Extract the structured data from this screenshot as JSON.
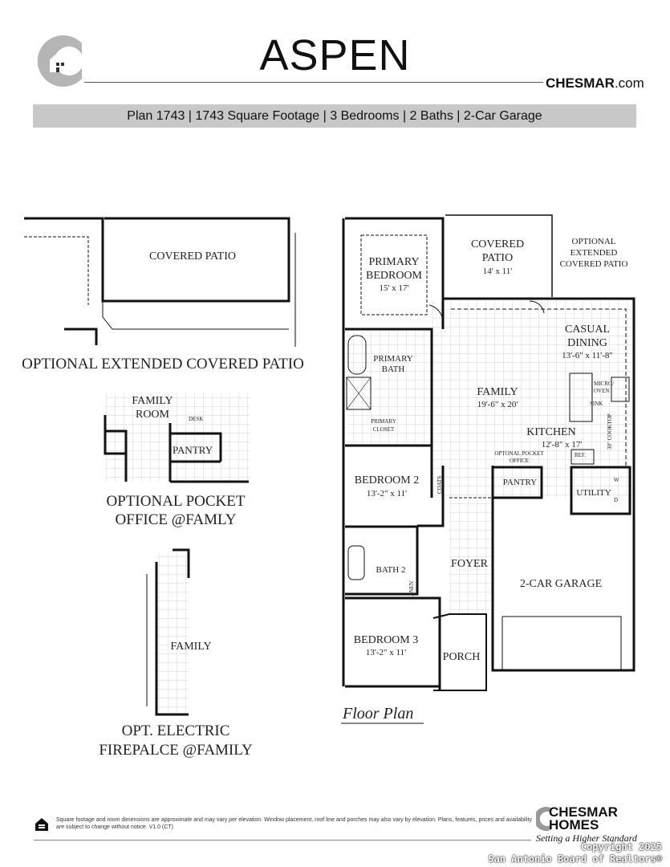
{
  "header": {
    "title": "ASPEN",
    "site_main": "CHESMAR",
    "site_suffix": ".com",
    "summary": "Plan 1743 | 1743 Square Footage | 3 Bedrooms | 2 Baths | 2-Car Garage"
  },
  "floor_plan": {
    "caption": "Floor Plan",
    "rooms": {
      "primary_bedroom": [
        "PRIMARY",
        "BEDROOM"
      ],
      "primary_bedroom_dim": "15' x 17'",
      "covered_patio": [
        "COVERED",
        "PATIO"
      ],
      "covered_patio_dim": "14' x 11'",
      "optional_patio": [
        "OPTIONAL",
        "EXTENDED",
        "COVERED PATIO"
      ],
      "casual_dining": [
        "CASUAL",
        "DINING"
      ],
      "casual_dining_dim": "13'-6\" x 11'-8\"",
      "primary_bath": [
        "PRIMARY",
        "BATH"
      ],
      "family": "FAMILY",
      "family_dim": "19'-6\" x 20'",
      "primary_closet": [
        "PRIMARY",
        "CLOSET"
      ],
      "micro_oven": [
        "MICRO/",
        "OVEN"
      ],
      "sink": "SINK",
      "cooktop": "30\" COOKTOP",
      "kitchen": "KITCHEN",
      "kitchen_dim": "12'-8\" x 17'",
      "ref": "REF.",
      "pocket_office": [
        "OPTONAL POCKET",
        "OFFICE"
      ],
      "pantry": "PANTRY",
      "utility": "UTILITY",
      "washer": "W",
      "dryer": "D",
      "coats": "COATS",
      "bedroom2": "BEDROOM 2",
      "bedroom2_dim": "13'-2\" x 11'",
      "foyer": "FOYER",
      "garage": "2-CAR GARAGE",
      "bath2": "BATH 2",
      "linen": "LINEN",
      "bedroom3": "BEDROOM 3",
      "bedroom3_dim": "13'-2\" x 11'",
      "porch": "PORCH"
    }
  },
  "options": {
    "extended_patio": {
      "room": "COVERED PATIO",
      "caption": "OPTIONAL EXTENDED COVERED PATIO"
    },
    "pocket_office": {
      "room": [
        "FAMILY",
        "ROOM"
      ],
      "desk": "DESK",
      "pantry": "PANTRY",
      "caption": [
        "OPTIONAL POCKET",
        "OFFICE @FAMLY"
      ]
    },
    "fireplace": {
      "room": "FAMILY",
      "caption": [
        "OPT. ELECTRIC",
        "FIREPALCE @FAMILY"
      ]
    }
  },
  "footer": {
    "disclaimer": "Square footage and room dimensions are approximate and may vary per elevation. Window placement, roof line and porches may also vary by elevation. Plans, features, prices and availability are subject to change without notice. V1.0 (CT)",
    "brand": [
      "CHESMAR",
      "HOMES"
    ],
    "tagline": "Setting a Higher Standard",
    "copyright": [
      "Copyright 2025",
      "San Antonio Board of Realtors®"
    ]
  },
  "colors": {
    "band": "#c8c8c8",
    "logo_gray": "#b5b5b5",
    "wall": "#111111",
    "grid": "#d6d6d6"
  }
}
